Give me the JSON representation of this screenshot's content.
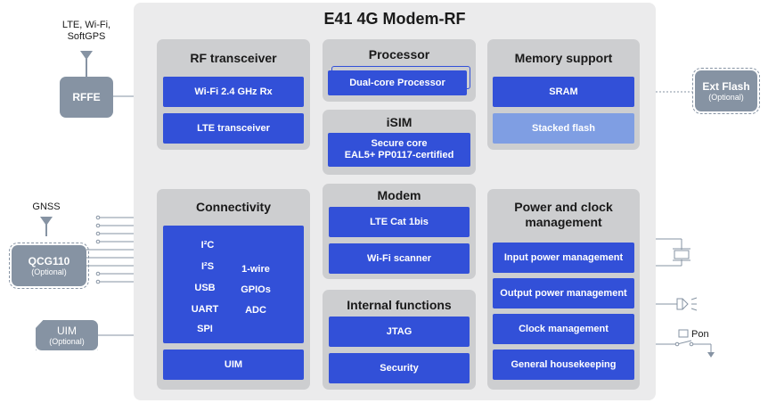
{
  "chip": {
    "title": "E41 4G Modem-RF"
  },
  "rf_transceiver": {
    "title": "RF transceiver",
    "items": [
      "Wi-Fi 2.4 GHz Rx",
      "LTE transceiver"
    ]
  },
  "processor": {
    "title": "Processor",
    "items": [
      "Dual-core Processor"
    ]
  },
  "isim": {
    "title": "iSIM",
    "line1": "Secure core",
    "line2": "EAL5+ PP0117-certified"
  },
  "memory": {
    "title": "Memory support",
    "items": [
      "SRAM",
      "Stacked flash"
    ]
  },
  "connectivity": {
    "title": "Connectivity",
    "left_items": [
      "I²C",
      "I²S",
      "USB",
      "UART",
      "SPI"
    ],
    "right_items": [
      "1-wire",
      "GPIOs",
      "ADC"
    ],
    "uim": "UIM"
  },
  "modem": {
    "title": "Modem",
    "items": [
      "LTE Cat 1bis",
      "Wi-Fi scanner"
    ]
  },
  "internal": {
    "title": "Internal functions",
    "items": [
      "JTAG",
      "Security"
    ]
  },
  "power": {
    "title_line1": "Power and clock",
    "title_line2": "management",
    "items": [
      "Input power management",
      "Output power management",
      "Clock management",
      "General housekeeping"
    ]
  },
  "external": {
    "rffe": {
      "name": "RFFE",
      "antenna_label_line1": "LTE, Wi-Fi,",
      "antenna_label_line2": "SoftGPS"
    },
    "ext_flash": {
      "name": "Ext Flash",
      "note": "(Optional)"
    },
    "qcg110": {
      "name": "QCG110",
      "note": "(Optional)",
      "label": "GNSS"
    },
    "uim": {
      "name": "UIM",
      "note": "(Optional)"
    },
    "pon": {
      "label": "Pon"
    }
  },
  "colors": {
    "block_blue": "#3250d8",
    "block_light_blue": "#7f9ee3",
    "group_gray": "#cdced0",
    "chip_gray": "#ebebec",
    "external_gray": "#8693a3"
  }
}
